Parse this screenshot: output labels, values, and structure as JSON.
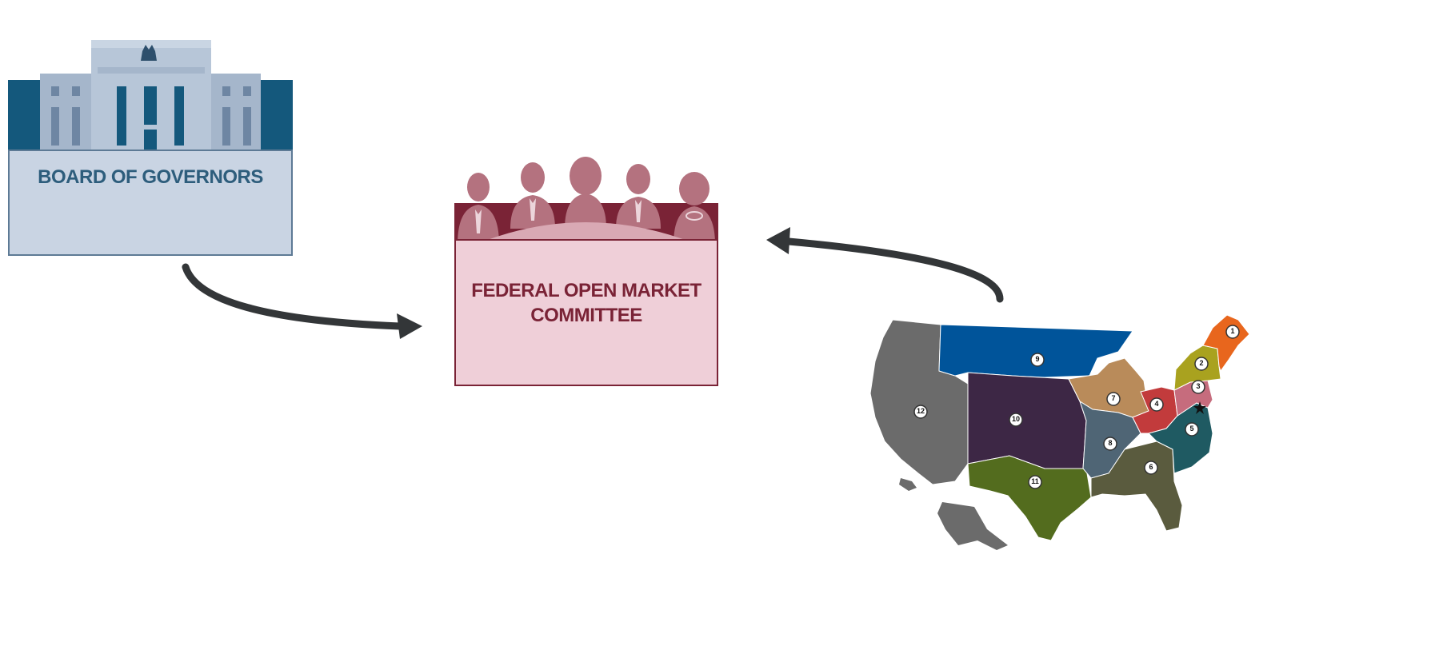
{
  "board": {
    "label": "BOARD OF GOVERNORS",
    "colors": {
      "dark": "#14587c",
      "building": "#9fb2c9",
      "building_light": "#b7c6d8",
      "panel": "#c9d4e3",
      "text": "#2d5d7c"
    }
  },
  "fomc": {
    "label_line1": "FEDERAL OPEN MARKET",
    "label_line2": "COMMITTEE",
    "colors": {
      "dark": "#7a2336",
      "figure": "#b4727f",
      "table": "#d9a9b4",
      "panel": "#efcfd8",
      "text": "#7a2336"
    }
  },
  "map": {
    "district_labels": [
      "1",
      "2",
      "3",
      "4",
      "5",
      "6",
      "7",
      "8",
      "9",
      "10",
      "11",
      "12"
    ],
    "colors": {
      "d1": "#e8661d",
      "d2": "#a9a21f",
      "d3": "#c66c7d",
      "d4": "#c23b3c",
      "d5": "#1f5a62",
      "d6": "#5a5b3e",
      "d7": "#b98b5a",
      "d8": "#4f6575",
      "d9": "#00549a",
      "d10": "#3d2745",
      "d11": "#536c1e",
      "d12": "#6b6b6b"
    }
  },
  "arrows": {
    "color": "#333638"
  }
}
